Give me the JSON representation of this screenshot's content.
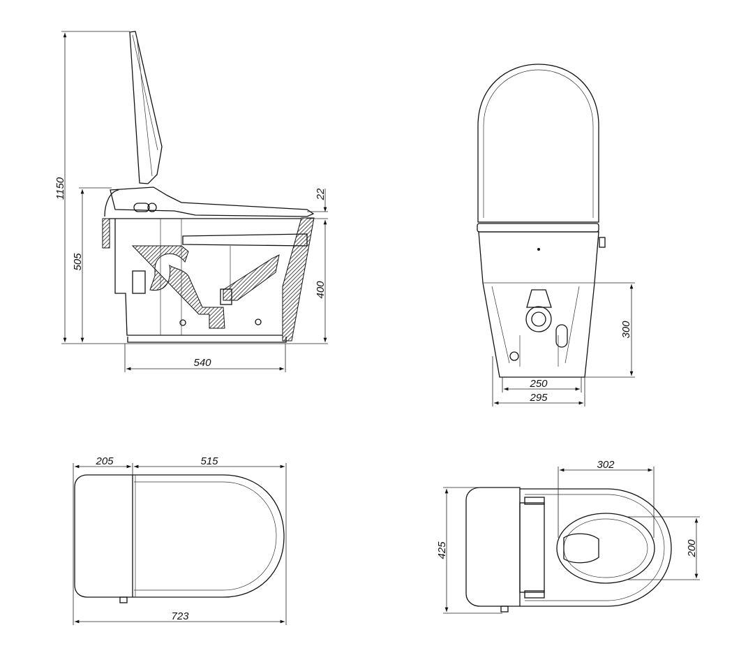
{
  "drawing": {
    "side_view": {
      "height_total": "1150",
      "height_seat": "505",
      "seat_thickness": "22",
      "bowl_height": "400",
      "depth": "540"
    },
    "front_view": {
      "height_base": "300",
      "outlet_width": "250",
      "base_width": "295"
    },
    "top_view_left": {
      "tank_length": "205",
      "bowl_length": "515",
      "overall_length": "723"
    },
    "top_view_right": {
      "opening_length": "302",
      "overall_width": "425",
      "opening_width": "200"
    }
  }
}
